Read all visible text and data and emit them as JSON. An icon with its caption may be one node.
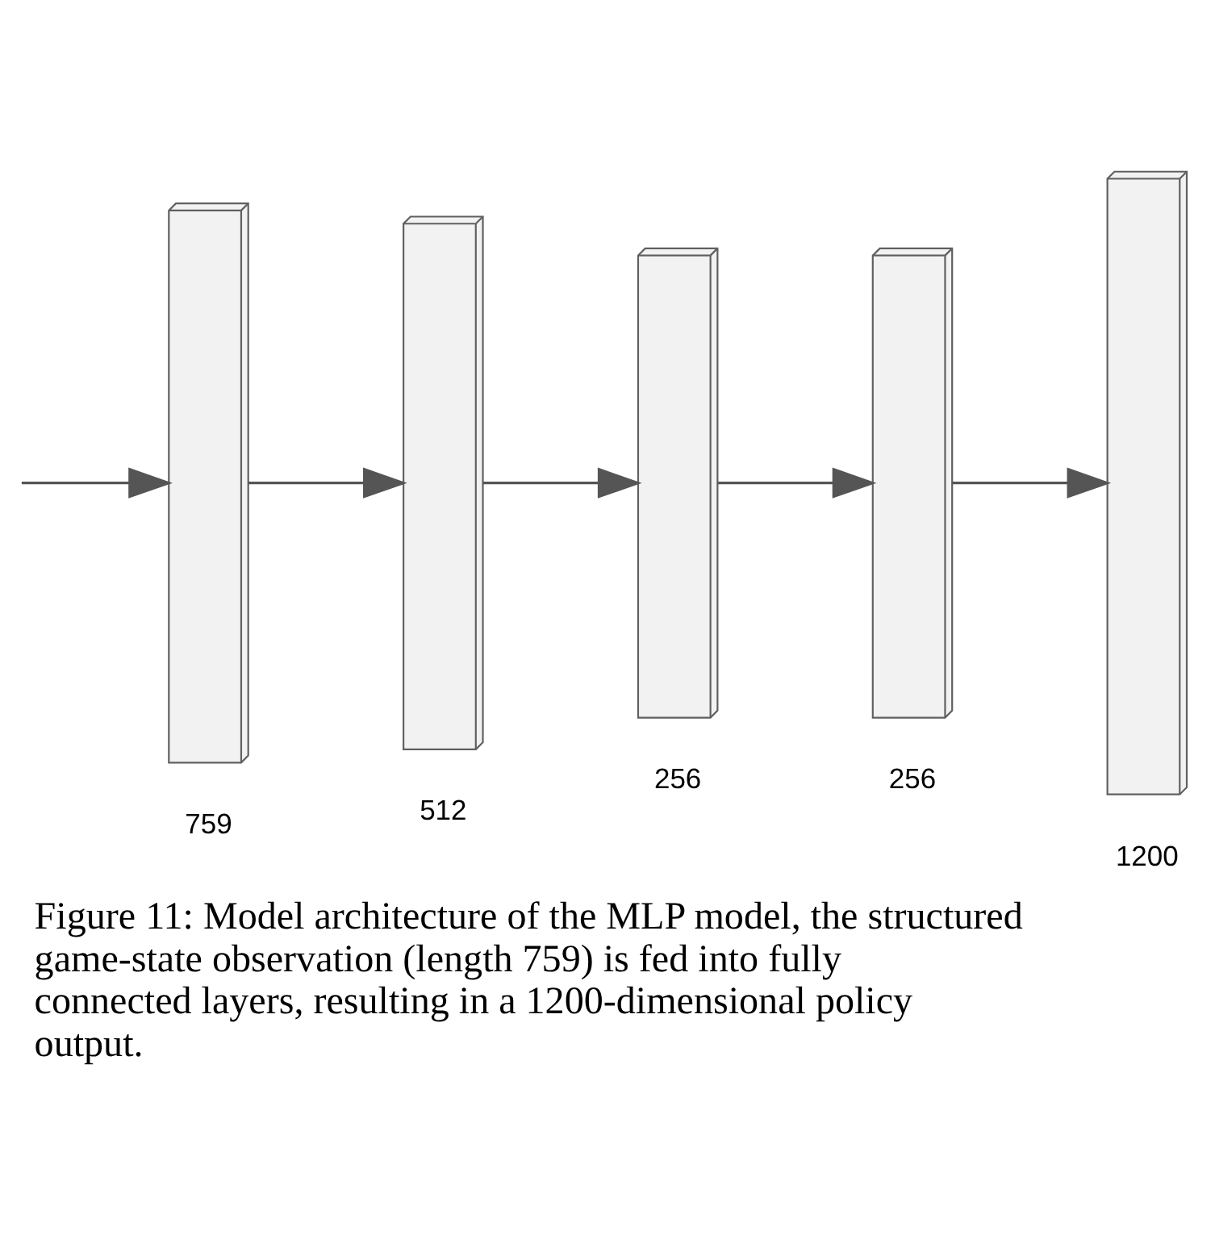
{
  "diagram": {
    "caption": "Figure 11: Model architecture of the MLP model, the structured game-state observation (length 759) is fed into fully connected layers, resulting in a 1200-dimensional policy output.",
    "nodes": [
      {
        "text": [],
        "shape": "box",
        "beside": [
          "759"
        ]
      },
      {
        "text": [],
        "shape": "box",
        "beside": [
          "512"
        ]
      },
      {
        "text": [],
        "shape": "box",
        "beside": [
          "256"
        ]
      },
      {
        "text": [],
        "shape": "box",
        "beside": [
          "256"
        ]
      },
      {
        "text": [],
        "shape": "box",
        "beside": [
          "1200"
        ]
      }
    ],
    "edges": [
      {
        "from": null,
        "to": 0,
        "arrow": "to"
      },
      {
        "from": 0,
        "to": 1,
        "arrow": "to"
      },
      {
        "from": 1,
        "to": 2,
        "arrow": "to"
      },
      {
        "from": 2,
        "to": 3,
        "arrow": "to"
      },
      {
        "from": 3,
        "to": 4,
        "arrow": "to"
      }
    ]
  }
}
